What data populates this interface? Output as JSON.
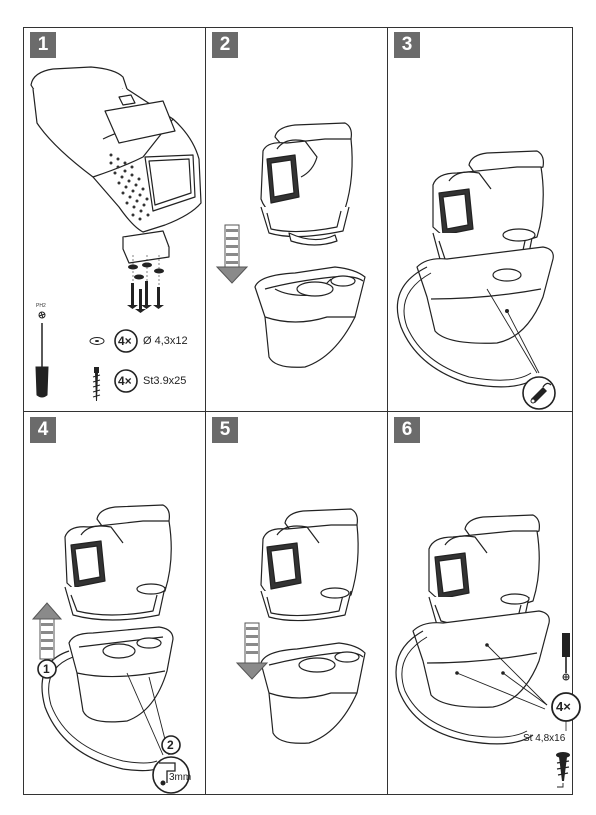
{
  "steps": [
    {
      "number": "1"
    },
    {
      "number": "2"
    },
    {
      "number": "3"
    },
    {
      "number": "4"
    },
    {
      "number": "5"
    },
    {
      "number": "6"
    }
  ],
  "step1": {
    "screwdriver_label": "PH2",
    "washer_qty": "4×",
    "washer_spec": "Ø 4,3x12",
    "screw_qty": "4×",
    "screw_spec": "St3.9x25"
  },
  "step4": {
    "callout_1": "1",
    "callout_2": "2",
    "gap_label": "3mm"
  },
  "step6": {
    "screw_qty": "4×",
    "screw_spec": "St 4,8x16"
  },
  "colors": {
    "badge_bg": "#6b6b6b",
    "line": "#333333"
  }
}
